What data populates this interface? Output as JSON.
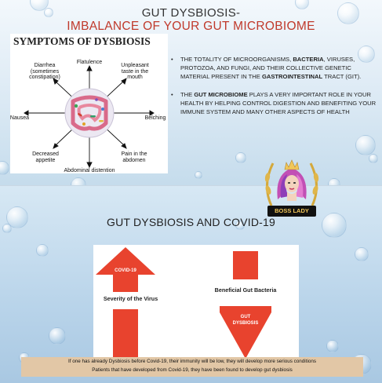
{
  "slide1": {
    "title_line1": "GUT DYSBIOSIS-",
    "title_line2": "IMBALANCE OF YOUR GUT MICROBIOME",
    "symptoms": {
      "heading": "SYMPTOMS OF DYSBIOSIS",
      "labels": {
        "diarrhea": "Diarrhea\n(sometimes\nconstipation)",
        "flatulence": "Flatulence",
        "taste": "Unpleasant\ntaste in the\nmouth",
        "nausea": "Nausea",
        "belching": "Belching",
        "appetite": "Decreased\nappetite",
        "pain": "Pain in the\nabdomen",
        "distention": "Abdominal distention"
      }
    },
    "bullets": [
      {
        "symbol": "•",
        "parts": [
          {
            "t": "THE TOTALITY OF MICROORGANISMS, ",
            "b": false
          },
          {
            "t": "BACTERIA",
            "b": true
          },
          {
            "t": ", VIRUSES, PROTOZOA, AND FUNGI, AND THEIR COLLECTIVE GENETIC MATERIAL PRESENT IN THE ",
            "b": false
          },
          {
            "t": "GASTROINTESTINAL",
            "b": true
          },
          {
            "t": " TRACT (GIT).",
            "b": false
          }
        ]
      },
      {
        "symbol": "•",
        "parts": [
          {
            "t": "THE ",
            "b": false
          },
          {
            "t": "GUT MICROBIOME",
            "b": true
          },
          {
            "t": " PLAYS A VERY IMPORTANT ROLE IN YOUR HEALTH BY HELPING CONTROL DIGESTION AND BENEFITING YOUR IMMUNE SYSTEM AND MANY OTHER ASPECTS OF HEALTH",
            "b": false
          }
        ]
      }
    ],
    "badge": "BOSS LADY"
  },
  "slide2": {
    "title": "GUT DYSBIOSIS AND COVID-19",
    "left_arrow_label": "COVID-19",
    "left_caption": "Severity of the Virus",
    "right_caption": "Beneficial Gut Bacteria",
    "right_arrow_label": "GUT\nDYSBIOSIS",
    "note_line1": "If one has already  Dysbiosis before Covid-19, their immunity will be low, they will develop more serious conditions",
    "note_line2": "Patients that have developed from Covid-19, they have been found to develop gut dysbiosis"
  },
  "colors": {
    "accent_red": "#c0392b",
    "arrow_red": "#e8432e",
    "note_bg": "#e2c7a6",
    "badge_gold": "#f1c75a"
  },
  "icons": [
    "intestine-illustration",
    "crown-icon",
    "woman-portrait-icon",
    "wreath-icon"
  ]
}
